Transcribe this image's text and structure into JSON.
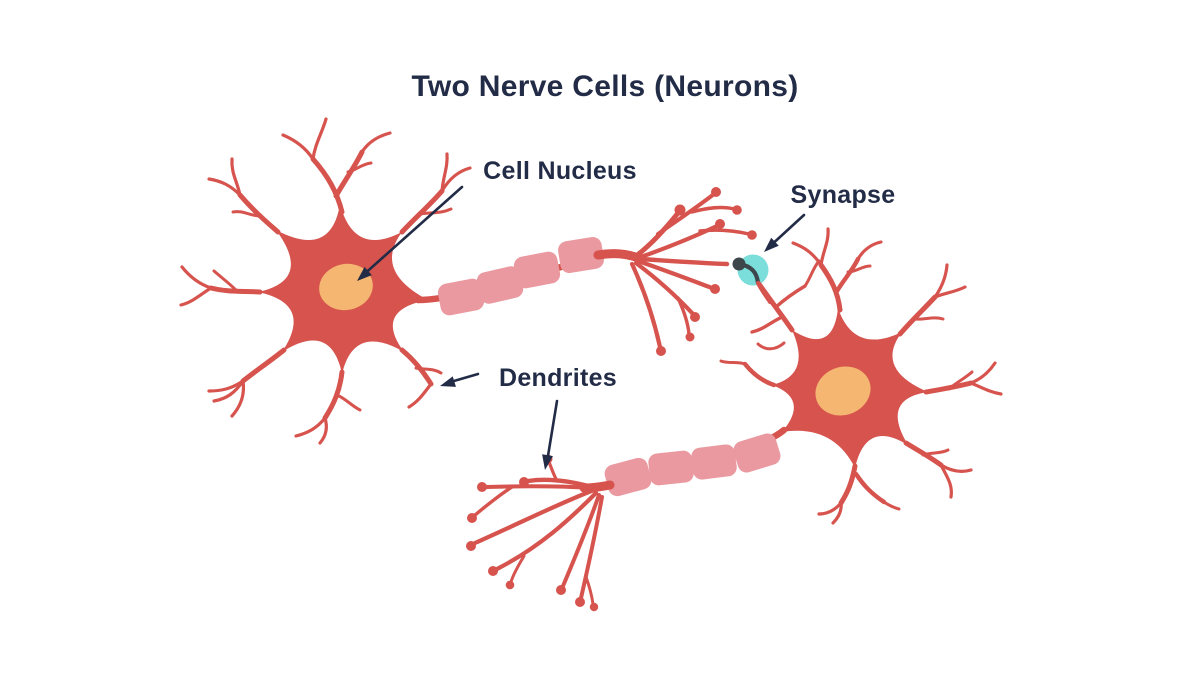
{
  "title": "Two Nerve Cells (Neurons)",
  "labels": {
    "cell_nucleus": "Cell Nucleus",
    "synapse": "Synapse",
    "dendrites": "Dendrites"
  },
  "icons": {
    "arrow": "annotation-arrow"
  },
  "colors": {
    "background": "#ffffff",
    "neuron": "#d6534e",
    "myelin": "#e9999f",
    "nucleus": "#f5b671",
    "synapse": "#7bdedb",
    "terminal_tip": "#3d464b",
    "ink": "#232c47"
  }
}
